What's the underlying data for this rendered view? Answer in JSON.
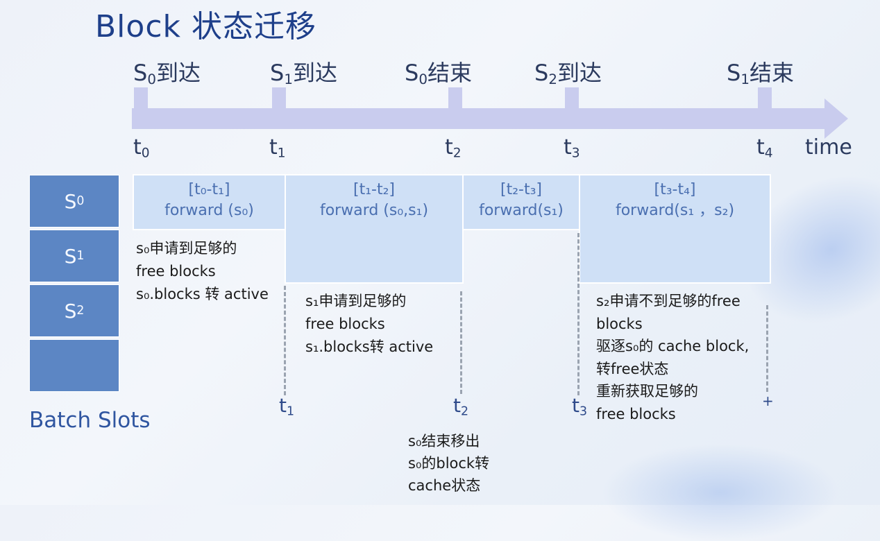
{
  "title": "Block 状态迁移",
  "events": [
    {
      "s": "S",
      "sub": "0",
      "text": "到达"
    },
    {
      "s": "S",
      "sub": "1",
      "text": "到达"
    },
    {
      "s": "S",
      "sub": "0",
      "text": "结束"
    },
    {
      "s": "S",
      "sub": "2",
      "text": "到达"
    },
    {
      "s": "S",
      "sub": "1",
      "text": "结束"
    }
  ],
  "timeline_labels": [
    {
      "t": "t",
      "sub": "0"
    },
    {
      "t": "t",
      "sub": "1"
    },
    {
      "t": "t",
      "sub": "2"
    },
    {
      "t": "t",
      "sub": "3"
    },
    {
      "t": "t",
      "sub": "4"
    }
  ],
  "time_label": "time",
  "slots": [
    {
      "s": "S",
      "sub": "0"
    },
    {
      "s": "S",
      "sub": "1"
    },
    {
      "s": "S",
      "sub": "2"
    },
    {
      "s": "",
      "sub": ""
    }
  ],
  "batch_slots_label": "Batch Slots",
  "forward_boxes": [
    {
      "range": "[t₀-t₁]",
      "call": "forward (s₀)"
    },
    {
      "range": "[t₁-t₂]",
      "call": "forward (s₀,s₁)"
    },
    {
      "range": "[t₂-t₃]",
      "call": "forward(s₁)"
    },
    {
      "range": "[t₃-t₄]",
      "call": "forward(s₁ ，s₂)"
    }
  ],
  "notes": {
    "n0": [
      "s₀申请到足够的",
      "free blocks",
      "s₀.blocks 转 active"
    ],
    "n1": [
      "s₁申请到足够的",
      "free blocks",
      "s₁.blocks转 active"
    ],
    "n2": [
      "s₀结束移出",
      "s₀的block转",
      "cache状态"
    ],
    "n3": [
      "s₂申请不到足够的free",
      "blocks",
      "驱逐s₀的 cache block,",
      "转free状态",
      "重新获取足够的",
      "free blocks"
    ]
  },
  "lower_ticks": [
    {
      "t": "t",
      "sub": "1"
    },
    {
      "t": "t",
      "sub": "2"
    },
    {
      "t": "t",
      "sub": "3"
    }
  ],
  "plus_mark": "+",
  "colors": {
    "title": "#1e3f8a",
    "arrow": "#c9ccee",
    "slot": "#5c86c4",
    "box": "#cfe0f6"
  }
}
